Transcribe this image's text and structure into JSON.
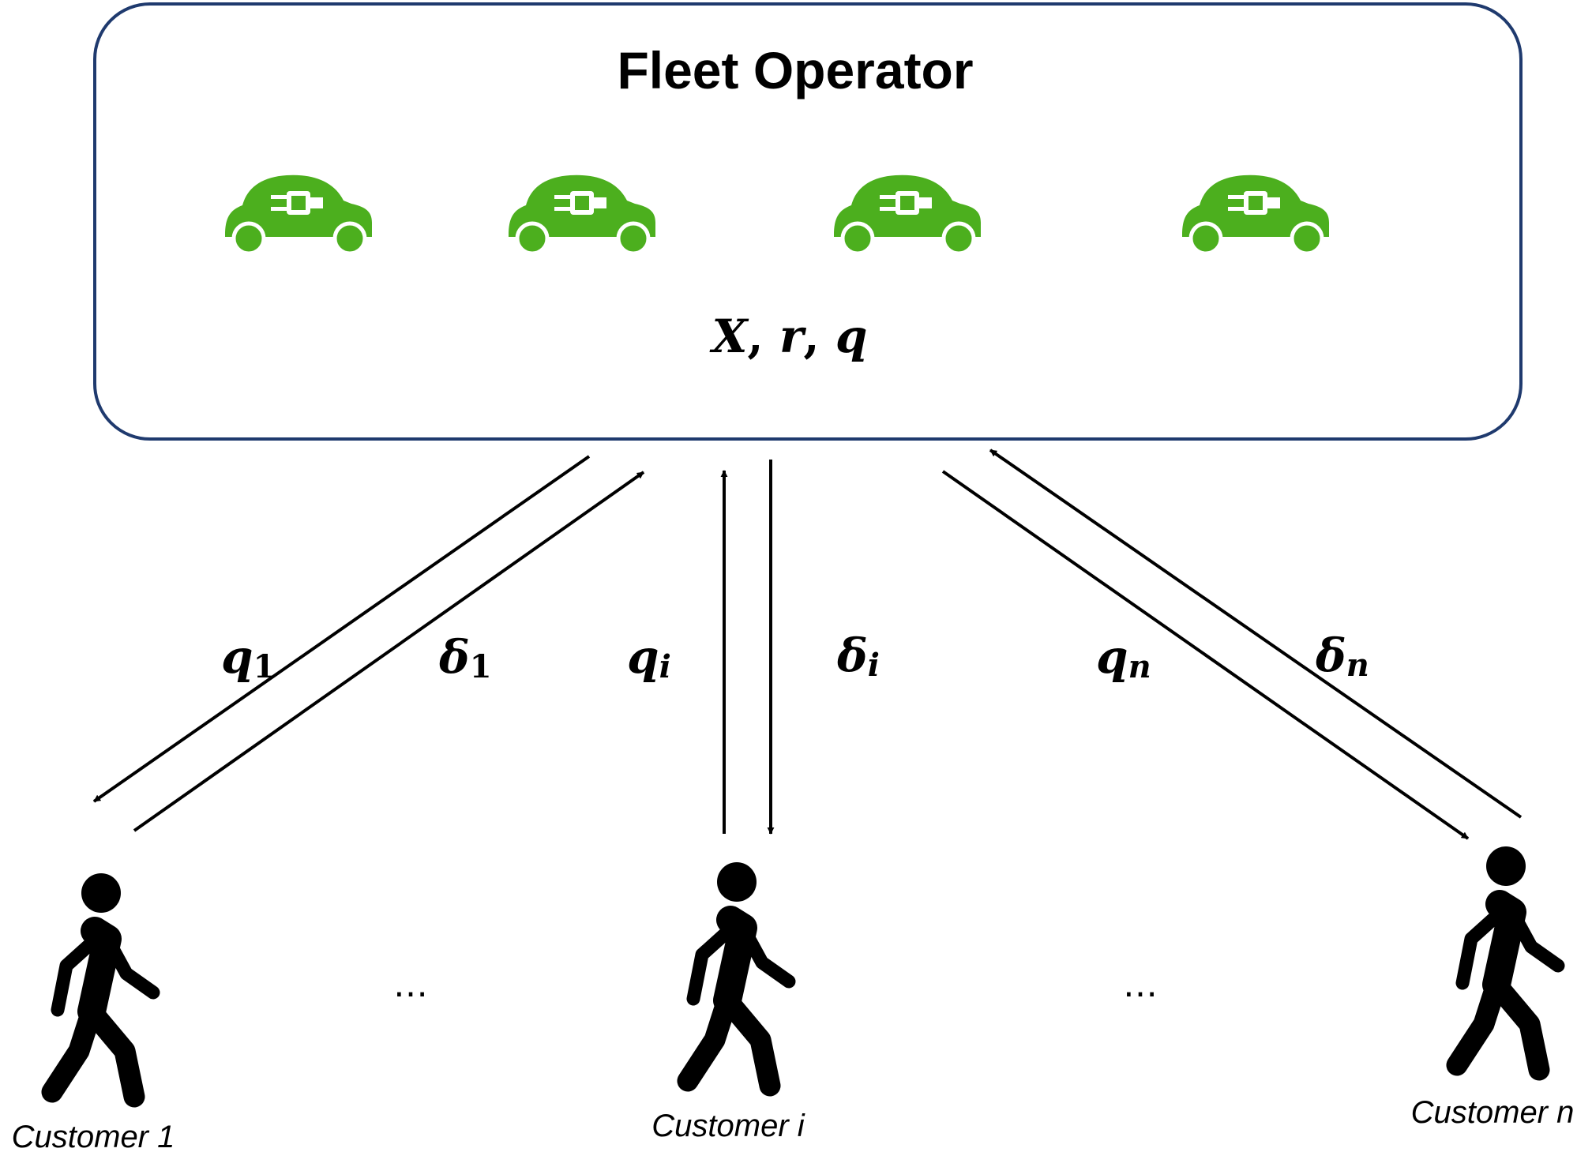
{
  "operator": {
    "title": "Fleet Operator",
    "state_vars": [
      "X",
      "r",
      "q"
    ]
  },
  "vehicles": [
    {
      "icon": "electric-car-icon"
    },
    {
      "icon": "electric-car-icon"
    },
    {
      "icon": "electric-car-icon"
    },
    {
      "icon": "electric-car-icon"
    }
  ],
  "links": [
    {
      "down": {
        "sym": "q",
        "sub": "1"
      },
      "up": {
        "sym": "δ",
        "sub": "1"
      }
    },
    {
      "up": {
        "sym": "q",
        "sub": "i"
      },
      "down": {
        "sym": "δ",
        "sub": "i"
      }
    },
    {
      "down": {
        "sym": "q",
        "sub": "n"
      },
      "up": {
        "sym": "δ",
        "sub": "n"
      }
    }
  ],
  "customers": [
    {
      "label": "Customer 1",
      "icon": "walking-person-icon"
    },
    {
      "label": "Customer i",
      "icon": "walking-person-icon"
    },
    {
      "label": "Customer n",
      "icon": "walking-person-icon"
    }
  ],
  "ellipsis": [
    "…",
    "…"
  ],
  "colors": {
    "box_border": "#1f3a6e",
    "car_green": "#4caf1e",
    "arrow": "#000000"
  }
}
